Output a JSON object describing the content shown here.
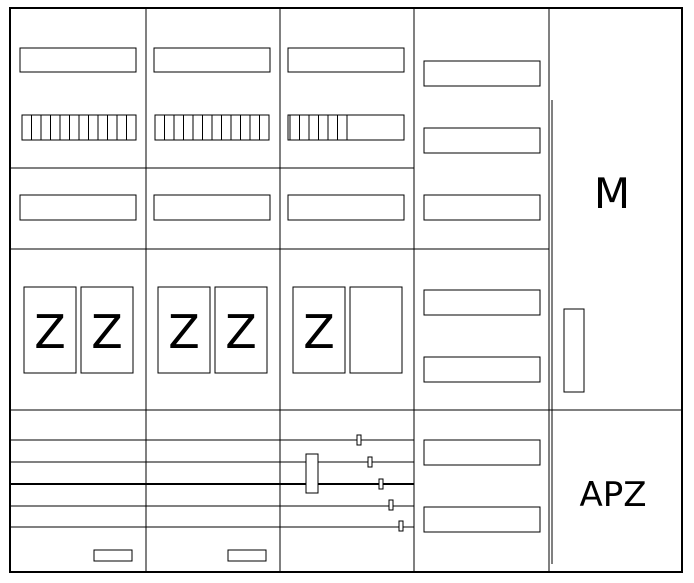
{
  "meter_slot_label": "Z",
  "field_m_label": "M",
  "field_apz_label": "APZ"
}
